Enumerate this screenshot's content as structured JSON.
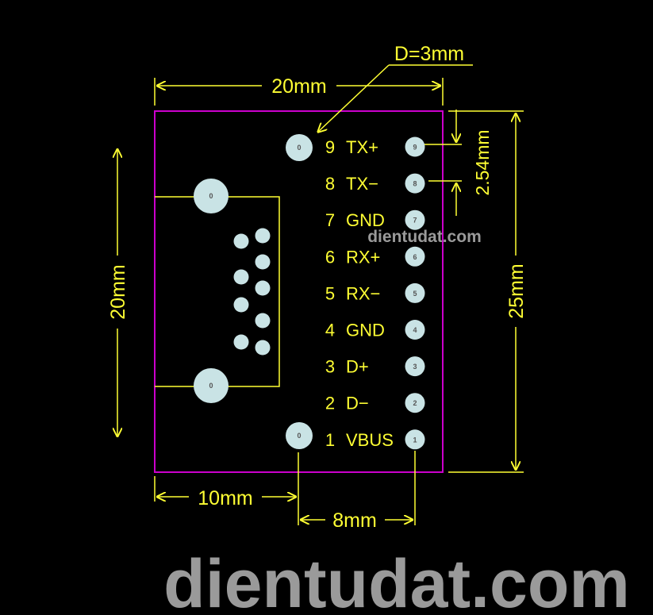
{
  "dimensions": {
    "width": "20mm",
    "height": "25mm",
    "connector_height": "20mm",
    "hole": "D=3mm",
    "pitch": "2.54mm",
    "offset_left": "10mm",
    "offset_pins": "8mm"
  },
  "mount_hole_label": "0",
  "pins": [
    {
      "num": "9",
      "label": "TX+"
    },
    {
      "num": "8",
      "label": "TX−"
    },
    {
      "num": "7",
      "label": "GND"
    },
    {
      "num": "6",
      "label": "RX+"
    },
    {
      "num": "5",
      "label": "RX−"
    },
    {
      "num": "4",
      "label": "GND"
    },
    {
      "num": "3",
      "label": "D+"
    },
    {
      "num": "2",
      "label": "D−"
    },
    {
      "num": "1",
      "label": "VBUS"
    }
  ],
  "watermark": "dientudat.com",
  "colors": {
    "background": "#000000",
    "board_outline": "#cc00cc",
    "connector_outline": "#ffff33",
    "dimension": "#ffff33",
    "pad": "#c9e3e5",
    "watermark": "#9a9a9a"
  }
}
